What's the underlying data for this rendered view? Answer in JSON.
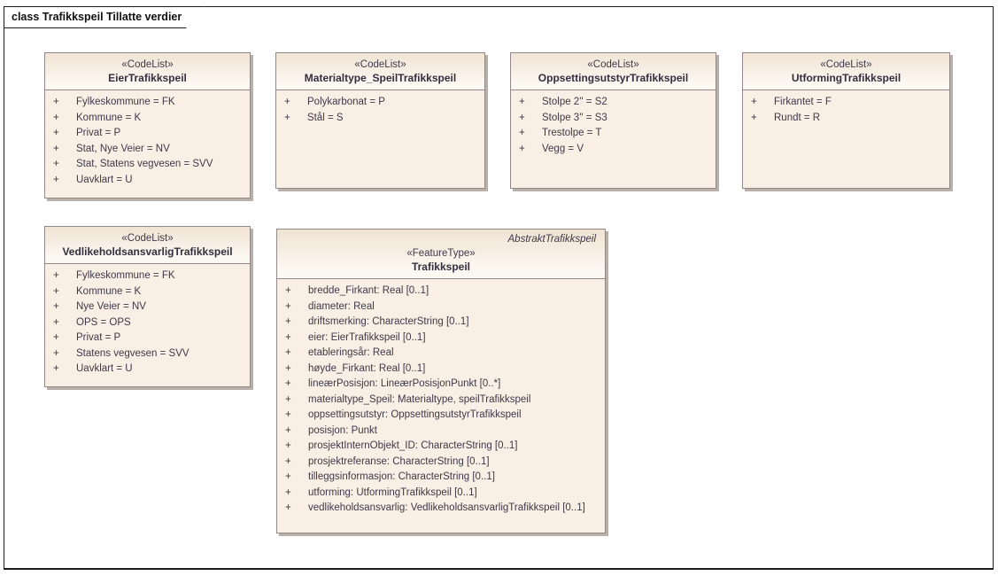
{
  "frame": {
    "title": "class Trafikkspeil Tillatte verdier"
  },
  "ui": {
    "visibility_symbol": "+"
  },
  "colors": {
    "box_fill": "#f9efe4",
    "box_header_top": "#f0e3d3",
    "box_border": "#948787",
    "box_shadow": "#b9b0a9",
    "text": "#3d3949"
  },
  "classes": [
    {
      "stereotype": "«CodeList»",
      "name": "EierTrafikkspeil",
      "attributes": [
        "Fylkeskommune = FK",
        "Kommune = K",
        "Privat = P",
        "Stat, Nye Veier = NV",
        "Stat, Statens vegvesen = SVV",
        "Uavklart = U"
      ]
    },
    {
      "stereotype": "«CodeList»",
      "name": "Materialtype_SpeilTrafikkspeil",
      "attributes": [
        "Polykarbonat = P",
        "Stål = S"
      ]
    },
    {
      "stereotype": "«CodeList»",
      "name": "OppsettingsutstyrTrafikkspeil",
      "attributes": [
        "Stolpe 2'' = S2",
        "Stolpe 3'' = S3",
        "Trestolpe = T",
        "Vegg = V"
      ]
    },
    {
      "stereotype": "«CodeList»",
      "name": "UtformingTrafikkspeil",
      "attributes": [
        "Firkantet = F",
        "Rundt = R"
      ]
    },
    {
      "stereotype": "«CodeList»",
      "name": "VedlikeholdsansvarligTrafikkspeil",
      "attributes": [
        "Fylkeskommune = FK",
        "Kommune = K",
        "Nye Veier = NV",
        "OPS = OPS",
        "Privat = P",
        "Statens vegvesen = SVV",
        "Uavklart = U"
      ]
    },
    {
      "parent": "AbstraktTrafikkspeil",
      "stereotype": "«FeatureType»",
      "name": "Trafikkspeil",
      "attributes": [
        "bredde_Firkant: Real [0..1]",
        "diameter: Real",
        "driftsmerking: CharacterString [0..1]",
        "eier: EierTrafikkspeil [0..1]",
        "etableringsår: Real",
        "høyde_Firkant: Real [0..1]",
        "lineærPosisjon: LineærPosisjonPunkt [0..*]",
        "materialtype_Speil: Materialtype, speilTrafikkspeil",
        "oppsettingsutstyr: OppsettingsutstyrTrafikkspeil",
        "posisjon: Punkt",
        "prosjektInternObjekt_ID: CharacterString [0..1]",
        "prosjektreferanse: CharacterString [0..1]",
        "tilleggsinformasjon: CharacterString [0..1]",
        "utforming: UtformingTrafikkspeil [0..1]",
        "vedlikeholdsansvarlig: VedlikeholdsansvarligTrafikkspeil [0..1]"
      ]
    }
  ]
}
